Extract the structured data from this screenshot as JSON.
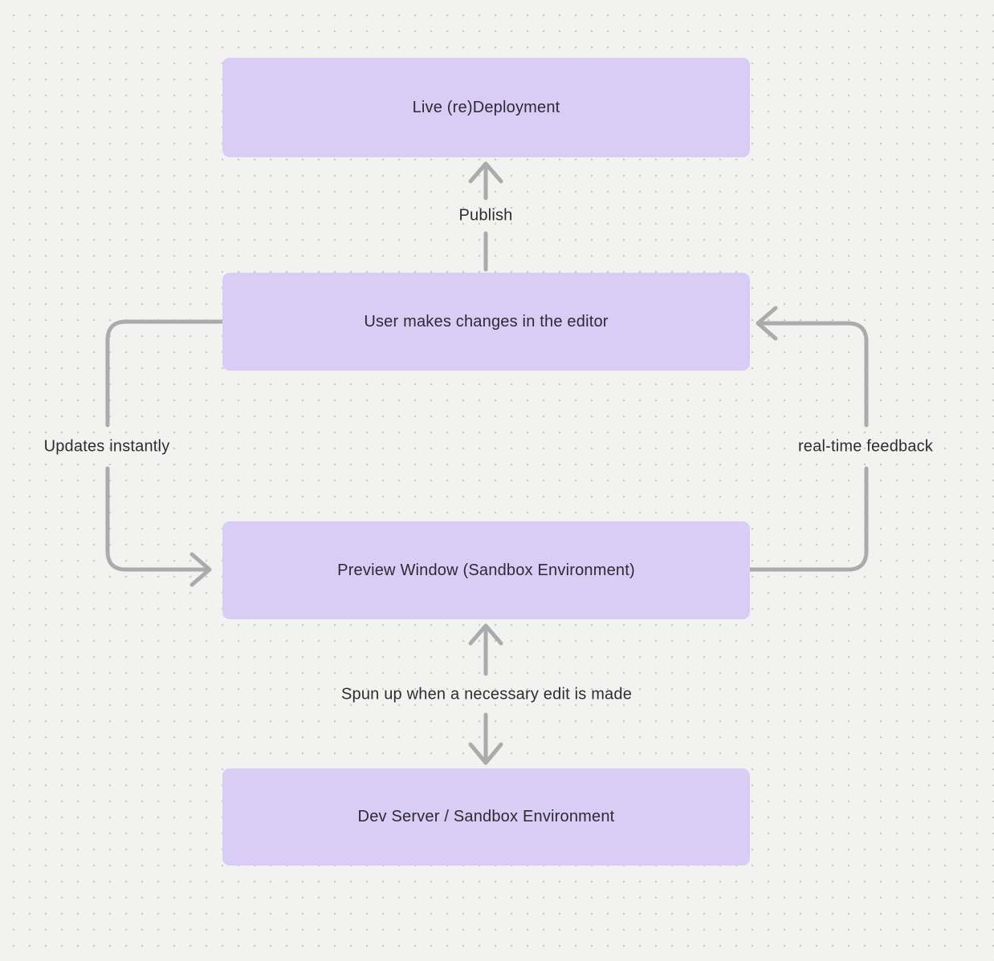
{
  "canvas": {
    "background_color": "#f2f2f1",
    "dot_color": "#c7c7c7",
    "node_fill_color": "#d9cdf5",
    "node_text_color": "#2d2a35",
    "edge_color": "#ababab",
    "edge_label_color": "#2d2d2f"
  },
  "diagram": {
    "nodes": [
      {
        "id": "live-redeployment",
        "label": "Live (re)Deployment"
      },
      {
        "id": "user-changes",
        "label": "User makes changes in the editor"
      },
      {
        "id": "preview-window",
        "label": "Preview Window (Sandbox Environment)"
      },
      {
        "id": "dev-server",
        "label": "Dev Server / Sandbox Environment"
      }
    ],
    "edges": [
      {
        "id": "publish",
        "label": "Publish",
        "from": "user-changes",
        "to": "live-redeployment",
        "shape": "straight-up-arrow"
      },
      {
        "id": "updates-instantly",
        "label": "Updates instantly",
        "from": "user-changes",
        "to": "preview-window",
        "shape": "left-side-curve-arrow"
      },
      {
        "id": "realtime-feedback",
        "label": "real-time feedback",
        "from": "preview-window",
        "to": "user-changes",
        "shape": "right-side-curve-arrow"
      },
      {
        "id": "spun-up",
        "label": "Spun up when a necessary edit is made",
        "from": "preview-window",
        "to": "dev-server",
        "shape": "double-headed-vertical-arrow"
      }
    ]
  }
}
